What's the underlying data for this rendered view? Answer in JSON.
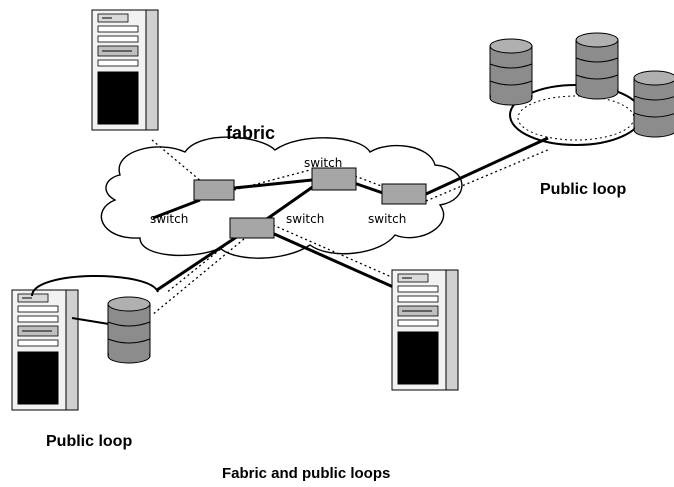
{
  "labels": {
    "fabric": "fabric",
    "switch_top": "switch",
    "switch_left": "switch",
    "switch_middle": "switch",
    "switch_right": "switch",
    "public_loop_right": "Public loop",
    "public_loop_left": "Public loop"
  },
  "caption": "Fabric and public loops",
  "colors": {
    "switch_fill": "#a6a6a6",
    "device_face": "#f2f2f2",
    "drive_fill": "#8c8c8c",
    "line": "#000000"
  }
}
